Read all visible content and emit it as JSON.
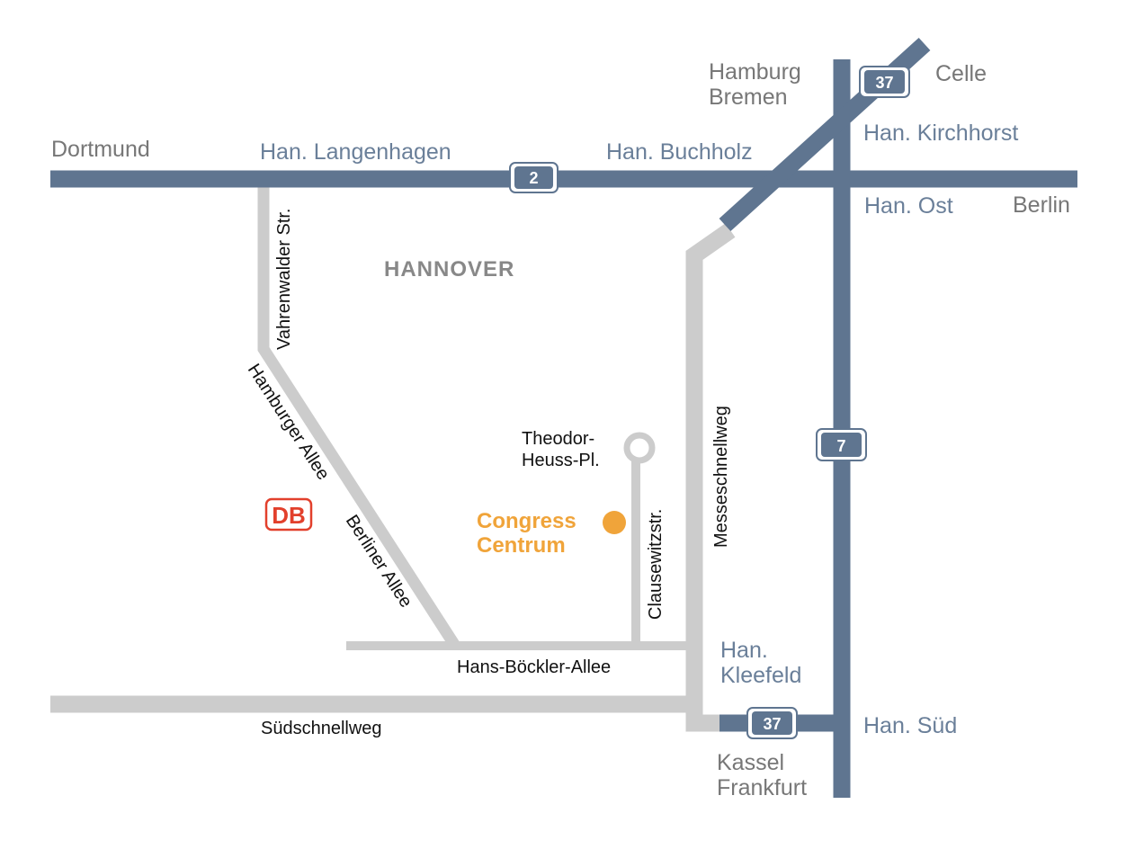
{
  "colors": {
    "motorway": "#5f7590",
    "street": "#cccccc",
    "exit_label": "#6a7f99",
    "city_label": "#777777",
    "venue": "#f0a43a",
    "db_logo": "#e2402c"
  },
  "district": "HANNOVER",
  "cities": {
    "dortmund": "Dortmund",
    "hamburg": "Hamburg",
    "bremen": "Bremen",
    "celle": "Celle",
    "berlin": "Berlin",
    "kassel": "Kassel",
    "frankfurt": "Frankfurt"
  },
  "exits": {
    "langenhagen": "Han. Langenhagen",
    "buchholz": "Han. Buchholz",
    "kirchhorst": "Han. Kirchhorst",
    "ost": "Han. Ost",
    "kleefeld_1": "Han.",
    "kleefeld_2": "Kleefeld",
    "sued": "Han. Süd"
  },
  "shields": {
    "a2": "2",
    "a37_north": "37",
    "a7": "7",
    "a37_south": "37"
  },
  "streets": {
    "vahrenwalder": "Vahrenwalder Str.",
    "hamburger_allee": "Hamburger Allee",
    "berliner_allee": "Berliner Allee",
    "clausewitz": "Clausewitzstr.",
    "messeschnellweg": "Messeschnellweg",
    "hans_boeckler": "Hans-Böckler-Allee",
    "suedschnellweg": "Südschnellweg"
  },
  "places": {
    "theodor_1": "Theodor-",
    "theodor_2": "Heuss-Pl.",
    "venue_1": "Congress",
    "venue_2": "Centrum",
    "db_logo": "DB"
  }
}
